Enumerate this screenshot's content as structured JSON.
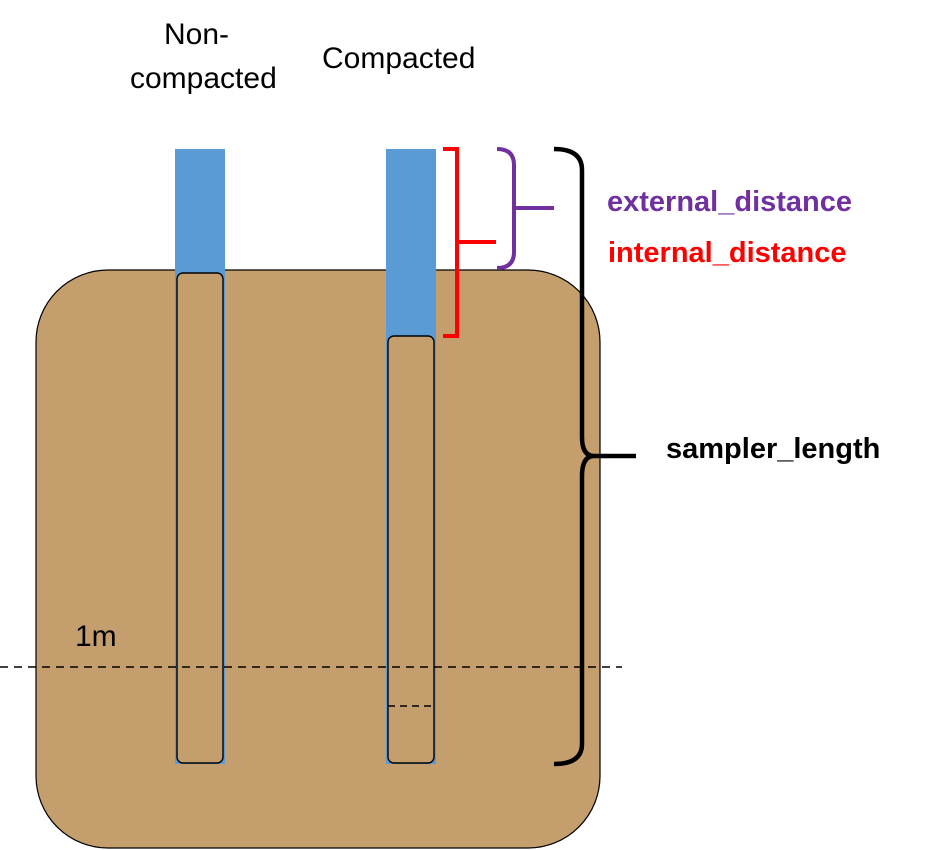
{
  "columns": {
    "non_compacted_line1": "Non-",
    "non_compacted_line2": "compacted",
    "compacted": "Compacted"
  },
  "labels": {
    "external_distance": "external_distance",
    "internal_distance": "internal_distance",
    "sampler_length": "sampler_length",
    "depth_marker": "1m"
  },
  "colors": {
    "soil": "#c59e6d",
    "sampler": "#5b9bd5",
    "external": "#7030a0",
    "internal": "#ff0000",
    "bracket": "#000000"
  }
}
